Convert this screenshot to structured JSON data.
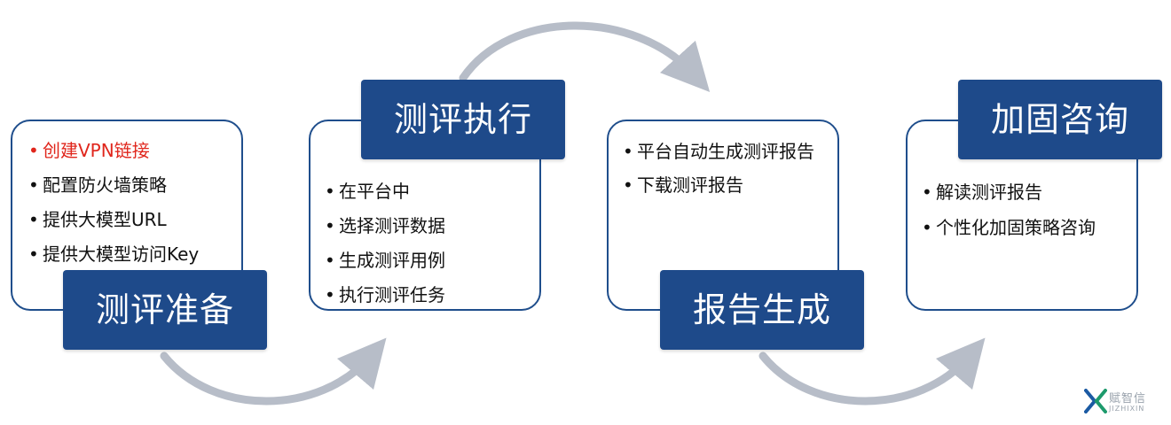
{
  "stages": [
    {
      "title": "测评准备",
      "items": [
        {
          "text": "创建VPN链接",
          "highlight": true
        },
        {
          "text": "配置防火墙策略",
          "highlight": false
        },
        {
          "text": "提供大模型URL",
          "highlight": false
        },
        {
          "text": "提供大模型访问Key",
          "highlight": false
        }
      ]
    },
    {
      "title": "测评执行",
      "items": [
        {
          "text": "在平台中"
        },
        {
          "text": "选择测评数据"
        },
        {
          "text": "生成测评用例"
        },
        {
          "text": "执行测评任务"
        }
      ]
    },
    {
      "title": "报告生成",
      "items": [
        {
          "text": "平台自动生成测评报告"
        },
        {
          "text": "下载测评报告"
        }
      ]
    },
    {
      "title": "加固咨询",
      "items": [
        {
          "text": "解读测评报告"
        },
        {
          "text": "个性化加固策略咨询"
        }
      ]
    }
  ],
  "colors": {
    "label_bg": "#1e4a8a",
    "card_border": "#1f4e8c",
    "highlight_text": "#e0261c",
    "arrow": "#b7bdc8"
  },
  "logo": {
    "icon": "jizhixin-x-logo-icon",
    "name_cn": "赋智信",
    "name_en": "JIZHIXIN"
  }
}
